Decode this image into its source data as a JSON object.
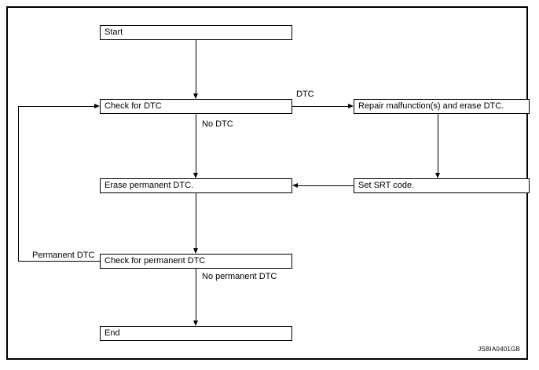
{
  "figure": {
    "id_code": "JSBIA0401GB",
    "type": "flowchart",
    "frame_color": "#000000",
    "background_color": "#ffffff",
    "line_color": "#000000"
  },
  "nodes": [
    {
      "key": "start",
      "label": "Start"
    },
    {
      "key": "check_dtc",
      "label": "Check for DTC"
    },
    {
      "key": "repair_malfunctions",
      "label": "Repair malfunction(s) and erase DTC."
    },
    {
      "key": "erase_permanent_dtc",
      "label": "Erase permanent DTC."
    },
    {
      "key": "set_srt_code",
      "label": "Set SRT code."
    },
    {
      "key": "check_permanent_dtc",
      "label": "Check for permanent DTC"
    },
    {
      "key": "end",
      "label": "End"
    }
  ],
  "edge_labels": [
    {
      "key": "dtc",
      "label": "DTC"
    },
    {
      "key": "no_dtc",
      "label": "No DTC"
    },
    {
      "key": "permanent_dtc",
      "label": "Permanent DTC"
    },
    {
      "key": "no_permanent_dtc",
      "label": "No permanent DTC"
    }
  ]
}
